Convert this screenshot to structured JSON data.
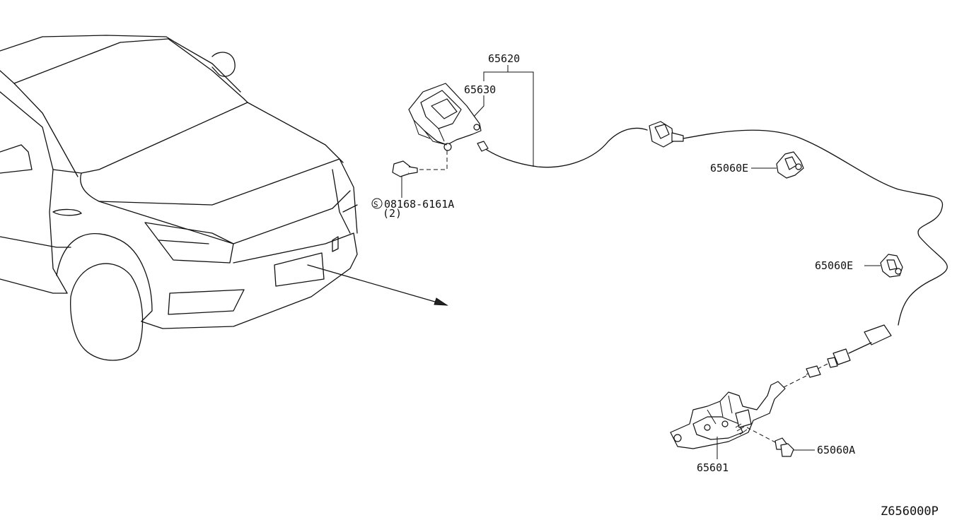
{
  "diagram": {
    "labels": {
      "p65620": "65620",
      "p65630": "65630",
      "p08168": "08168-6161A",
      "p08168_qty": "(2)",
      "p65060e_top": "65060E",
      "p65060e_mid": "65060E",
      "p65601": "65601",
      "p65060a": "65060A"
    },
    "bolt_symbol": "S",
    "diagram_code": "Z656000P"
  }
}
